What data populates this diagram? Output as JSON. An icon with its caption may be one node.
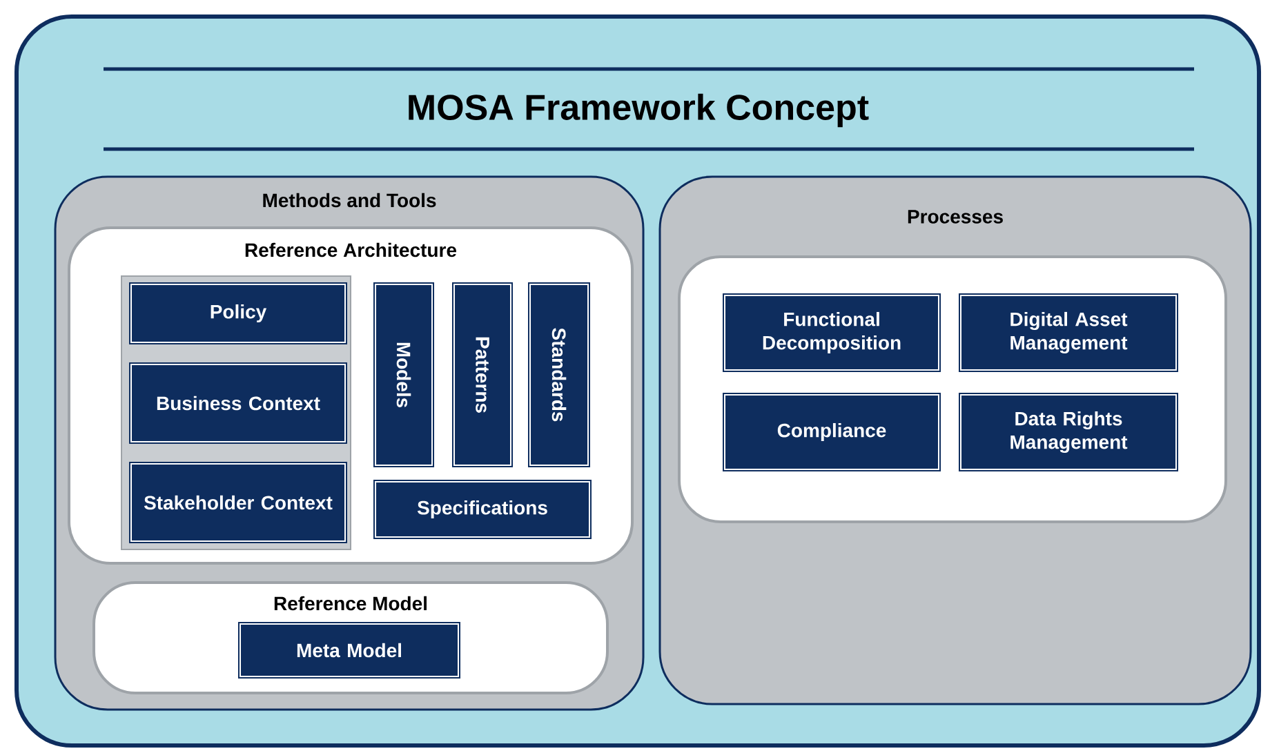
{
  "diagram": {
    "nodes": [
      {
        "text": [
          "MOSA Framework Concept"
        ]
      },
      {
        "text": [
          "Methods and Tools"
        ],
        "in": 0
      },
      {
        "text": [
          "Reference Architecture"
        ],
        "in": 1
      },
      {
        "text": [],
        "shape": "box",
        "in": 2
      },
      {
        "text": [
          "Policy"
        ],
        "in": 3
      },
      {
        "text": [
          "Business Context"
        ],
        "in": 3
      },
      {
        "text": [
          "Stakeholder Context"
        ],
        "in": 3
      },
      {
        "text": [
          "Models"
        ],
        "in": 2
      },
      {
        "text": [
          "Patterns"
        ],
        "in": 2
      },
      {
        "text": [
          "Standards"
        ],
        "in": 2
      },
      {
        "text": [
          "Specifications"
        ],
        "in": 2
      },
      {
        "text": [
          "Reference Model"
        ],
        "in": 1
      },
      {
        "text": [
          "Meta Model"
        ],
        "in": 11
      },
      {
        "text": [
          "Processes"
        ],
        "in": 0
      },
      {
        "text": [],
        "shape": "box",
        "in": 13
      },
      {
        "text": [
          "Functional Decomposition"
        ],
        "in": 14
      },
      {
        "text": [
          "Digital Asset Management"
        ],
        "in": 14
      },
      {
        "text": [
          "Compliance"
        ],
        "in": 14
      },
      {
        "text": [
          "Data Rights Management"
        ],
        "in": 14
      }
    ]
  }
}
